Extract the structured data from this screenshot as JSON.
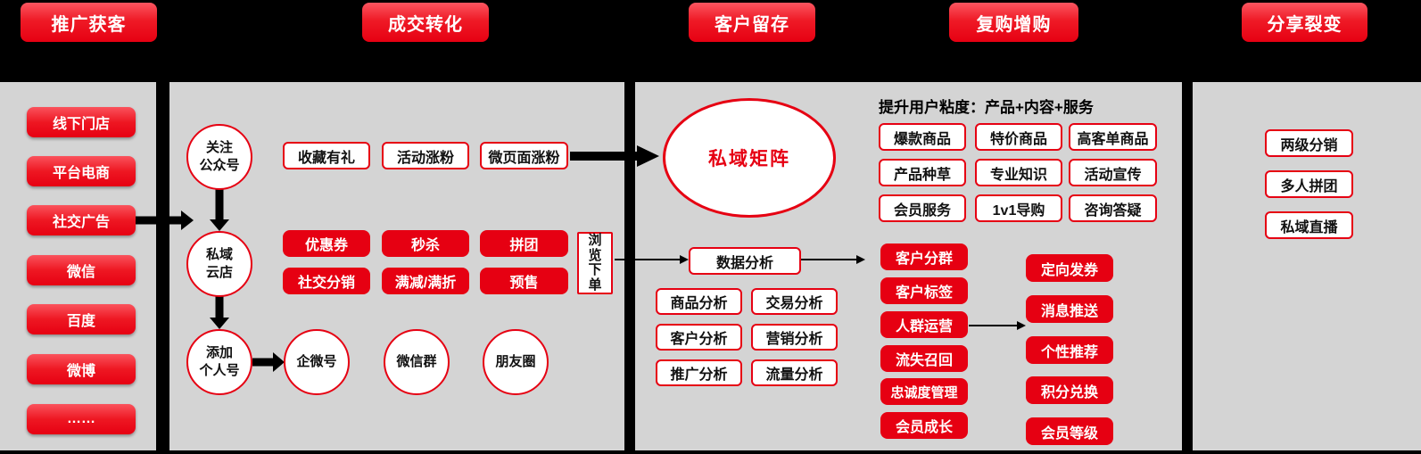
{
  "colors": {
    "brand_red": "#e60012",
    "panel_gray": "#d4d4d4",
    "background": "#000000",
    "button_text": "#ffffff"
  },
  "stages": [
    "推广获客",
    "成交转化",
    "客户留存",
    "复购增购",
    "分享裂变"
  ],
  "acquisition": {
    "channels": [
      "线下门店",
      "平台电商",
      "社交广告",
      "微信",
      "百度",
      "微博",
      "……"
    ]
  },
  "conversion": {
    "follow_account": "关注\n公众号",
    "fan_growth": [
      "收藏有礼",
      "活动涨粉",
      "微页面涨粉"
    ],
    "cloud_store": "私域\n云店",
    "promo_tools": [
      "优惠券",
      "秒杀",
      "拼团",
      "社交分销",
      "满减/满折",
      "预售"
    ],
    "browse_order": "浏览下单",
    "add_personal": "添加\n个人号",
    "personal_channels": [
      "企微号",
      "微信群",
      "朋友圈"
    ]
  },
  "retention": {
    "matrix": "私域矩阵",
    "stickiness_title": "提升用户粘度：产品+内容+服务",
    "stickiness_items": [
      "爆款商品",
      "特价商品",
      "高客单商品",
      "产品种草",
      "专业知识",
      "活动宣传",
      "会员服务",
      "1v1导购",
      "咨询答疑"
    ],
    "data_analysis": "数据分析",
    "analysis_items": [
      "商品分析",
      "交易分析",
      "客户分析",
      "营销分析",
      "推广分析",
      "流量分析"
    ],
    "crm_items": [
      "客户分群",
      "客户标签",
      "人群运营",
      "流失召回",
      "忠诚度管理",
      "会员成长"
    ],
    "reach_items": [
      "定向发券",
      "消息推送",
      "个性推荐",
      "积分兑换",
      "会员等级"
    ]
  },
  "fission": {
    "items": [
      "两级分销",
      "多人拼团",
      "私域直播"
    ]
  }
}
